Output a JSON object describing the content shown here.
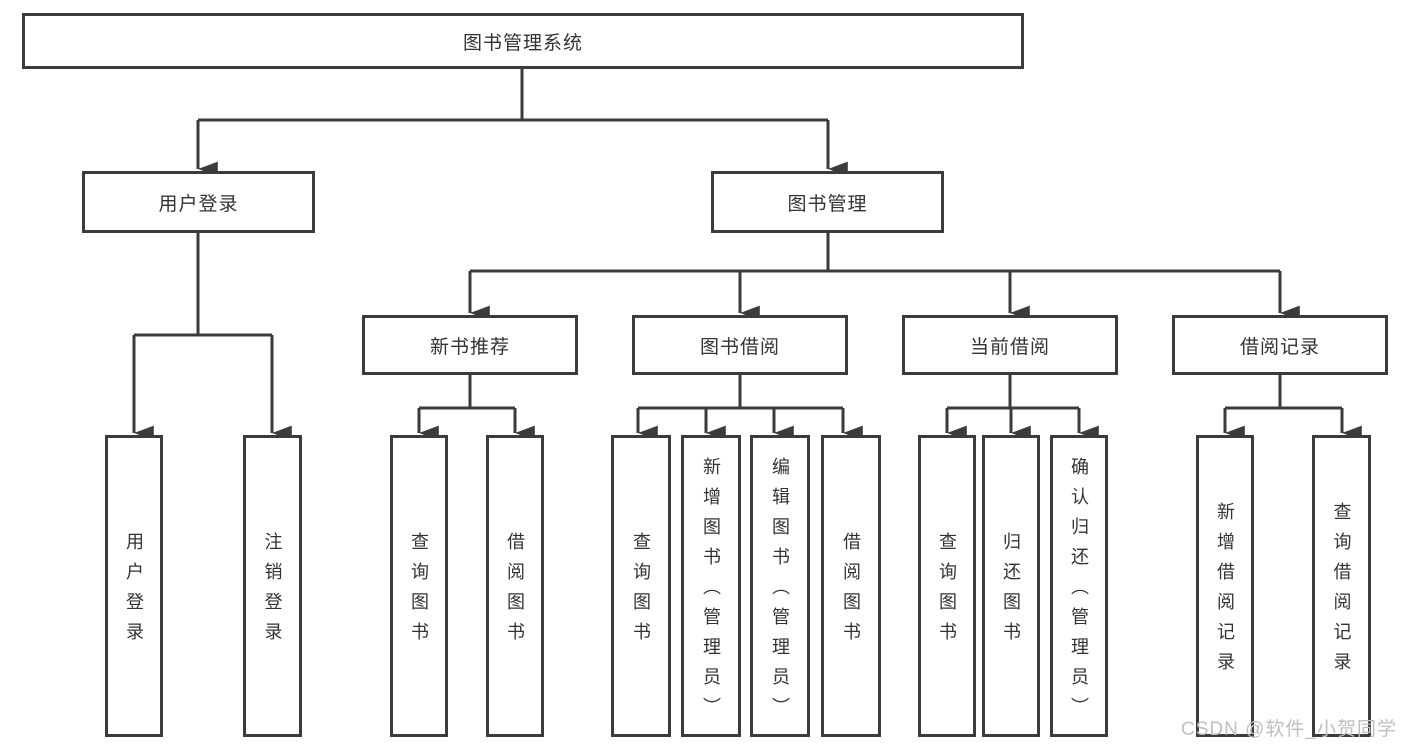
{
  "tree": {
    "label": "图书管理系统",
    "children": [
      {
        "label": "用户登录",
        "children": [
          {
            "label": "用户登录"
          },
          {
            "label": "注销登录"
          }
        ]
      },
      {
        "label": "图书管理",
        "children": [
          {
            "label": "新书推荐",
            "children": [
              {
                "label": "查询图书"
              },
              {
                "label": "借阅图书"
              }
            ]
          },
          {
            "label": "图书借阅",
            "children": [
              {
                "label": "查询图书"
              },
              {
                "label": "新增图书（管理员）"
              },
              {
                "label": "编辑图书（管理员）"
              },
              {
                "label": "借阅图书"
              }
            ]
          },
          {
            "label": "当前借阅",
            "children": [
              {
                "label": "查询图书"
              },
              {
                "label": "归还图书"
              },
              {
                "label": "确认归还（管理员）"
              }
            ]
          },
          {
            "label": "借阅记录",
            "children": [
              {
                "label": "新增借阅记录"
              },
              {
                "label": "查询借阅记录"
              }
            ]
          }
        ]
      }
    ]
  },
  "watermark": {
    "text": "CSDN @软件_小贺同学"
  },
  "colors": {
    "line": "#3b3b3b",
    "box_border": "#3b3b3b",
    "text": "#333333",
    "watermark_text": "#bfbfbf",
    "background": "#ffffff"
  }
}
